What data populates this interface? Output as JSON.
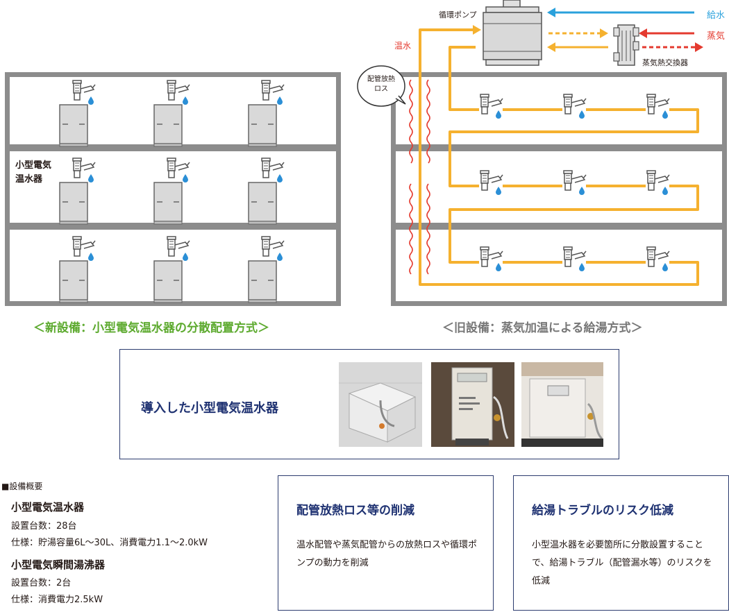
{
  "left_diagram": {
    "label": "小型電気\n温水器",
    "caption": "＜新設備：小型電気温水器の分散配置方式＞"
  },
  "right_diagram": {
    "pump_label": "循環ポンプ",
    "heat_exchanger_label": "蒸気熱交換器",
    "hot_water_label": "温水",
    "water_supply_label": "給水",
    "steam_label": "蒸気",
    "heat_loss_bubble": "配管放熱\nロス",
    "caption": "＜旧設備：蒸気加温による給湯方式＞"
  },
  "intro_box": {
    "title": "導入した小型電気温水器",
    "photos": [
      "photo-heater-1",
      "photo-heater-2",
      "photo-heater-3"
    ]
  },
  "specs": {
    "heading": "■設備概要",
    "items": [
      {
        "name": "小型電気温水器",
        "count": "設置台数：28台",
        "spec": "仕様：貯湯容量6L～30L、消費電力1.1～2.0kW"
      },
      {
        "name": "小型電気瞬間湯沸器",
        "count": "設置台数：2台",
        "spec": "仕様：消費電力2.5kW"
      }
    ]
  },
  "benefits": [
    {
      "title": "配管放熱ロス等の削減",
      "body": "温水配管や蒸気配管からの放熱ロスや循環ポンプの動力を削減"
    },
    {
      "title": "給湯トラブルのリスク低減",
      "body": "小型温水器を必要箇所に分散設置することで、給湯トラブル（配管漏水等）のリスクを低減"
    }
  ],
  "colors": {
    "new_caption": "#5daa2f",
    "navy": "#1f3272",
    "hot_pipe": "#f5b12f",
    "supply_arrow": "#2aa1dc",
    "steam_arrow": "#e43a2f",
    "heat_loss_wave": "#e43a2f",
    "wall": "#8c8c8c"
  },
  "icons": {
    "faucet": "faucet-icon",
    "water_drop": "water-drop-icon",
    "heater": "water-heater-icon",
    "pump": "pump-icon",
    "exchanger": "heat-exchanger-icon"
  }
}
